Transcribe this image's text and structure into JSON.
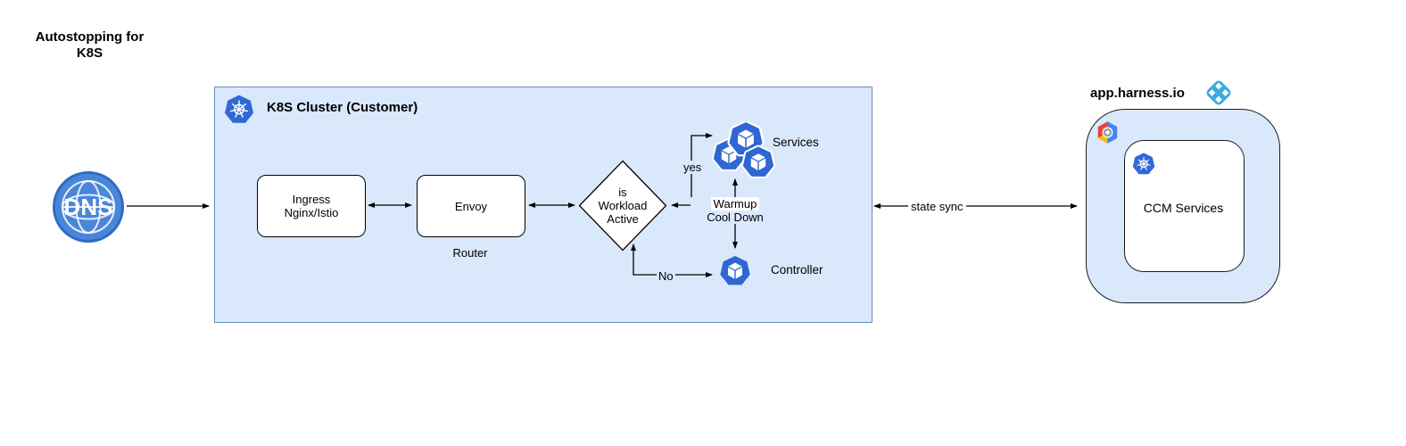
{
  "colors": {
    "cluster_fill": "#dae8fc",
    "cluster_border": "#6c8ebf",
    "node_border": "#000000",
    "arrow": "#000000",
    "pod_blue": "#2e66d3",
    "k8s_blue": "#3069d6",
    "dns_fill": "#4a86d8",
    "dns_ring": "#2e6cc2",
    "harness_blue": "#3aabe0",
    "gcp_red": "#ea4335",
    "gcp_yellow": "#fbbc05",
    "gcp_blue": "#4285f4"
  },
  "page": {
    "title_lines": [
      "Autostopping for",
      "K8S"
    ]
  },
  "dns": {
    "label": "DNS"
  },
  "cluster": {
    "title": "K8S Cluster (Customer)",
    "ingress_lines": [
      "Ingress",
      "Nginx/Istio"
    ],
    "envoy_label": "Envoy",
    "envoy_caption": "Router",
    "decision_lines": [
      "is",
      "Workload",
      "Active"
    ],
    "yes_label": "yes",
    "no_label": "No",
    "services_label": "Services",
    "controller_label": "Controller",
    "warmup_lines": [
      "Warmup",
      "Cool Down"
    ]
  },
  "sync_label": "state sync",
  "harness": {
    "domain": "app.harness.io",
    "ccm_label": "CCM Services"
  },
  "icons": {
    "dns": "globe-icon",
    "cluster": "kubernetes-icon",
    "services": "kubernetes-pods-icon",
    "controller": "kubernetes-pod-icon",
    "cloud": "google-cloud-icon",
    "harness": "harness-logo-icon",
    "ccm": "kubernetes-icon"
  }
}
